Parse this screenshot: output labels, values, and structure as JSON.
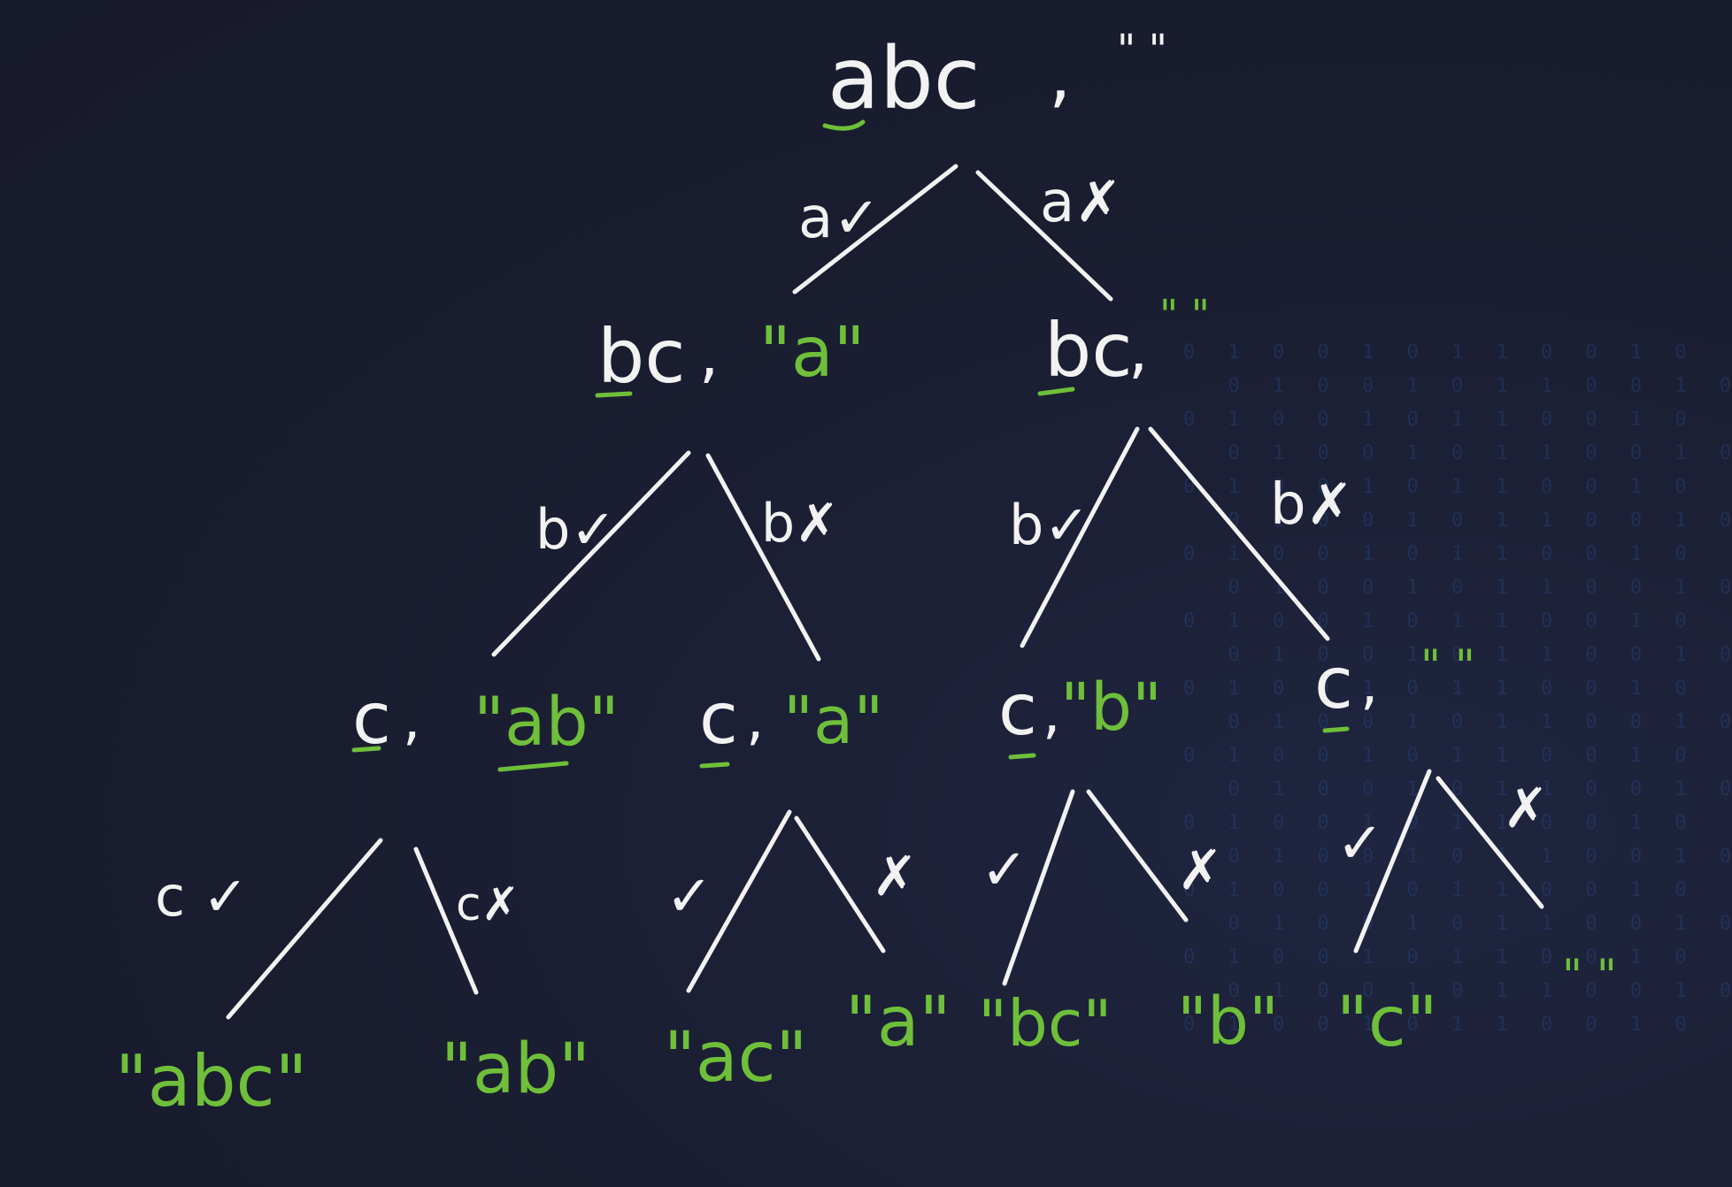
{
  "colors": {
    "background": "#1b1f33",
    "chalk": "#f2f2f2",
    "result": "#6fbf3a"
  },
  "root": {
    "input": "abc",
    "comma": ",",
    "current": "\" \""
  },
  "edges": {
    "root_take": "a✓",
    "root_skip": "a✗",
    "l1_take": "b✓",
    "l1_skip": "b✗",
    "r1_take": "b✓",
    "r1_skip": "b✗",
    "leaf_take_c": "c ✓",
    "leaf_skip_c": "c✗",
    "check": "✓",
    "cross": "✗"
  },
  "level1": [
    {
      "input": "bc",
      "current": "\"a\""
    },
    {
      "input": "bc",
      "current": "\" \""
    }
  ],
  "level2": [
    {
      "input": "c",
      "current": "\"ab\""
    },
    {
      "input": "c",
      "current": "\"a\""
    },
    {
      "input": "c",
      "current": "\"b\""
    },
    {
      "input": "c",
      "current": "\" \""
    }
  ],
  "results": [
    "\"abc\"",
    "\"ab\"",
    "\"ac\"",
    "\"a\"",
    "\"bc\"",
    "\"b\"",
    "\"c\"",
    "\" \""
  ],
  "background_pattern": "0 1 0 0 1 0 1 1 0 0 1 0"
}
